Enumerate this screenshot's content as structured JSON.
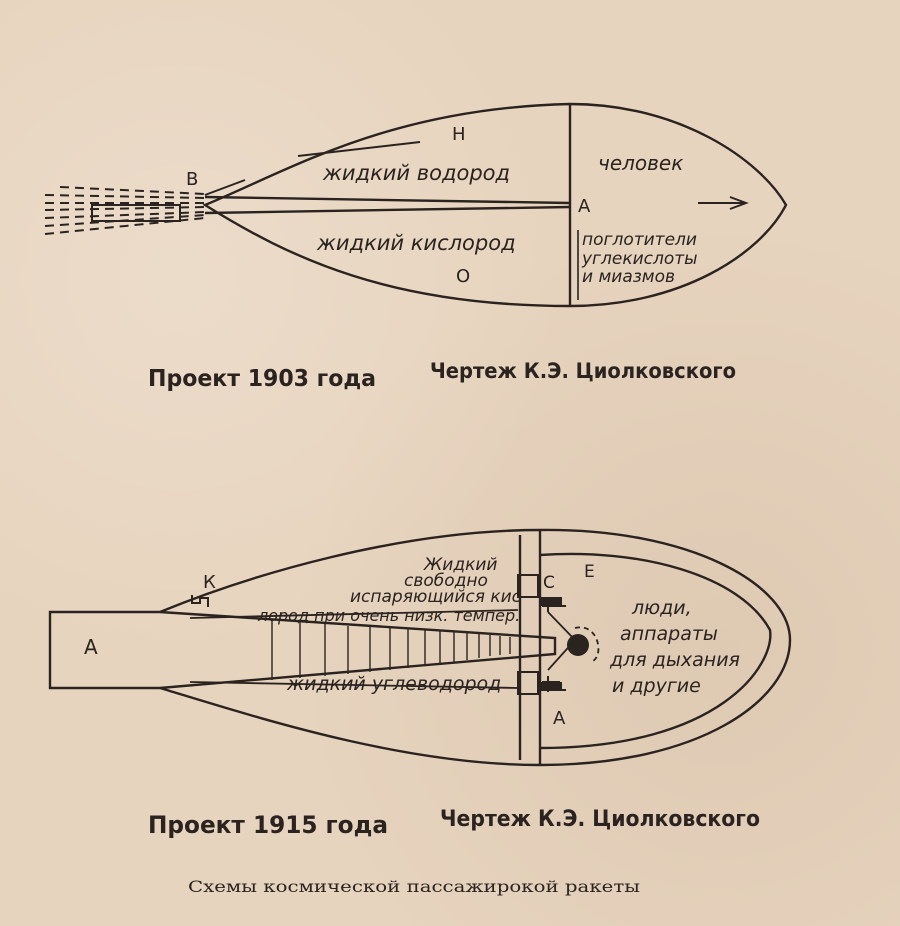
{
  "diagram1": {
    "label_B": "В",
    "label_H": "Н",
    "label_O": "О",
    "label_A": "А",
    "hydrogen": "жидкий водород",
    "oxygen": "жидкий кислород",
    "human": "человек",
    "absorbers_line1": "поглотители",
    "absorbers_line2": "углекислоты",
    "absorbers_line3": "и миазмов",
    "caption_project": "Проект 1903 года",
    "caption_drawing": "Чертеж К.Э. Циолковского"
  },
  "diagram2": {
    "label_A_nozzle": "А",
    "label_K": "К",
    "label_C": "С",
    "label_E": "Е",
    "label_A_lower": "А",
    "oxygen_line1": "Жидкий",
    "oxygen_line2": "свободно",
    "oxygen_line3": "испаряющийся кис-",
    "oxygen_line4": "лород при очень низк. темпер.",
    "hydrocarbon": "жидкий углеводород",
    "people_line1": "люди,",
    "people_line2": "аппараты",
    "people_line3": "для дыхания",
    "people_line4": "и другие",
    "caption_project": "Проект 1915 года",
    "caption_drawing": "Чертеж К.Э. Циолковского"
  },
  "footer": {
    "caption": "Схемы космической пассажирокой ракеты"
  }
}
